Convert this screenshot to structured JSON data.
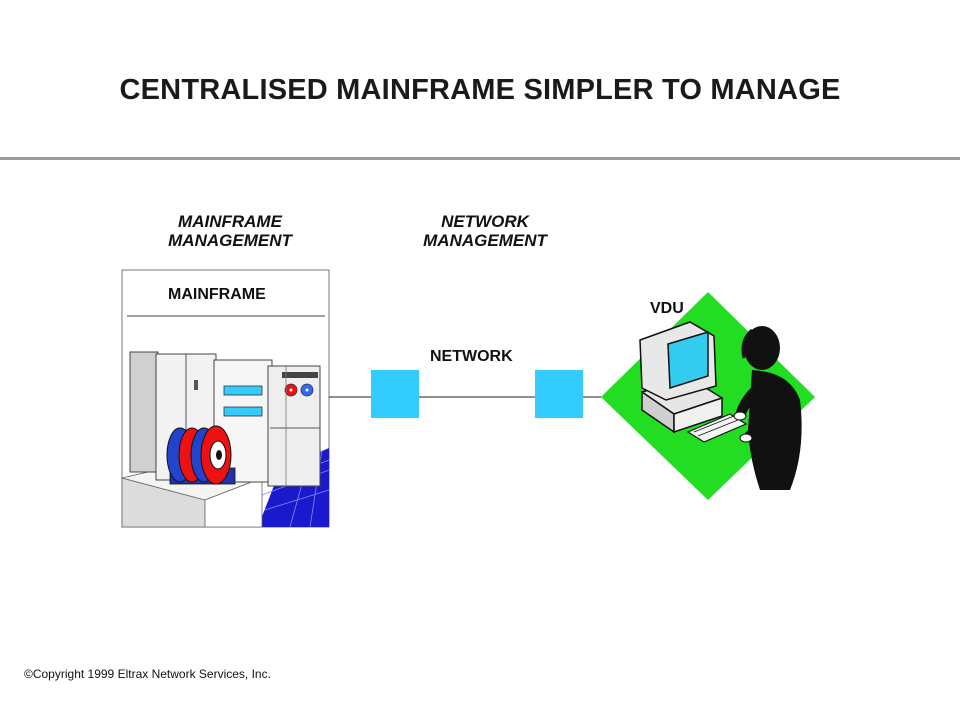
{
  "title": "CENTRALISED MAINFRAME SIMPLER TO MANAGE",
  "mainframe_management": {
    "line1": "MAINFRAME",
    "line2": "MANAGEMENT"
  },
  "network_management": {
    "line1": "NETWORK",
    "line2": "MANAGEMENT"
  },
  "mainframe_label": "MAINFRAME",
  "network_label": "NETWORK",
  "vdu_label": "VDU",
  "copyright": "©Copyright 1999 Eltrax Network Services, Inc.",
  "colors": {
    "node_fill": "#33ccff",
    "diamond_fill": "#22dd22",
    "floor_tile": "#1a1acc",
    "screen": "#33ccee",
    "tape_red": "#ee1111",
    "tape_blue": "#2244cc",
    "rule": "#9a9a9a"
  },
  "icons": [
    "mainframe-computer-icon",
    "network-node-icon",
    "user-at-terminal-icon"
  ]
}
